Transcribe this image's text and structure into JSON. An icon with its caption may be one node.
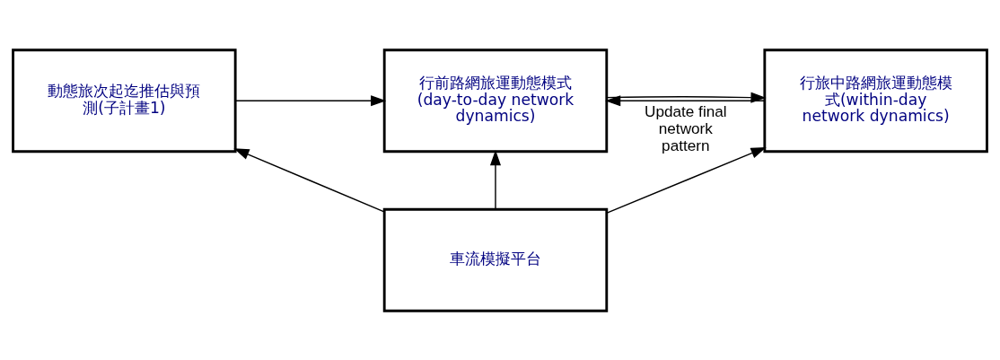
{
  "diagram": {
    "nodes": [
      {
        "text": [
          "動態旅次起迄推估與預測(子計畫1)"
        ]
      },
      {
        "text": [
          "行前路網旅運動態模式(day-to-day network dynamics)"
        ]
      },
      {
        "text": [
          "行旅中路網旅運動態模式(within-day network dynamics)"
        ]
      },
      {
        "text": [
          "車流模擬平台"
        ]
      }
    ],
    "edges": [
      {
        "from": 0,
        "to": 1,
        "arrow": "to"
      },
      {
        "from": 1,
        "to": 2,
        "arrow": "to"
      },
      {
        "from": 2,
        "to": 1,
        "arrow": "to",
        "label": "Update final network pattern"
      },
      {
        "from": 3,
        "to": 1,
        "arrow": "to"
      },
      {
        "from": 3,
        "to": 0,
        "arrow": "to"
      },
      {
        "from": 3,
        "to": 2,
        "arrow": "to"
      }
    ]
  }
}
